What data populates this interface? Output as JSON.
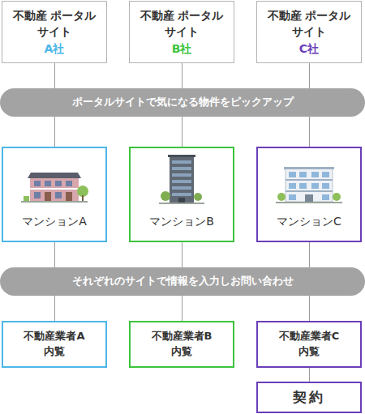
{
  "diagram": {
    "nodes": [
      {
        "text": [
          "不動産 ポータルサイト",
          "A社"
        ]
      },
      {
        "text": [
          "不動産 ポータルサイト",
          "B社"
        ]
      },
      {
        "text": [
          "不動産 ポータルサイト",
          "C社"
        ]
      },
      {
        "text": [
          "ポータルサイトで気になる物件をピックアップ"
        ]
      },
      {
        "text": [
          "マンションA"
        ]
      },
      {
        "text": [
          "マンションB"
        ]
      },
      {
        "text": [
          "マンションC"
        ]
      },
      {
        "text": [
          "それぞれのサイトで情報を入力しお問い合わせ"
        ]
      },
      {
        "text": [
          "不動産業者A",
          "内覧"
        ]
      },
      {
        "text": [
          "不動産業者B",
          "内覧"
        ]
      },
      {
        "text": [
          "不動産業者C",
          "内覧"
        ]
      },
      {
        "text": [
          "契約"
        ]
      }
    ],
    "edges": [
      {
        "from": 0,
        "to": 4,
        "arrow": "none"
      },
      {
        "from": 1,
        "to": 5,
        "arrow": "none"
      },
      {
        "from": 2,
        "to": 6,
        "arrow": "none"
      },
      {
        "from": 4,
        "to": 8,
        "arrow": "none"
      },
      {
        "from": 5,
        "to": 9,
        "arrow": "none"
      },
      {
        "from": 6,
        "to": 10,
        "arrow": "none"
      },
      {
        "from": 10,
        "to": 11,
        "arrow": "none"
      }
    ]
  }
}
